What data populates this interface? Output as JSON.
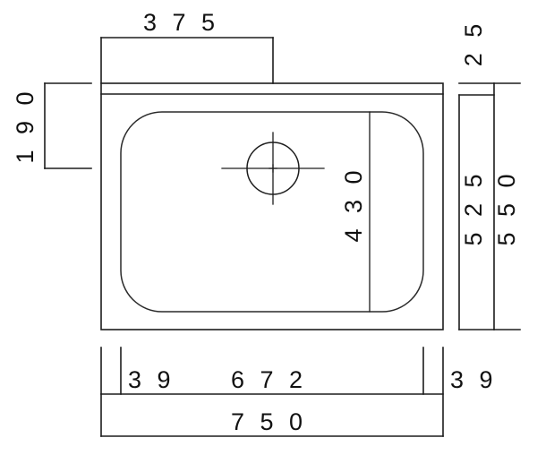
{
  "drawing": {
    "title": "Sink Basin Dimensional Drawing",
    "units": "mm",
    "line_color": "#1d1d1d",
    "background_color": "#ffffff"
  },
  "dimensions": {
    "top_width_to_drain": "3 7 5",
    "left_height_to_drain": "1 9 0",
    "bowl_inner_width": "4 3 0",
    "right_rim_offset": "2 5",
    "right_inner_height": "5 2 5",
    "right_overall_height": "5 5 0",
    "bottom_left_margin": "3 9",
    "bottom_inner_width": "6 7 2",
    "bottom_right_margin": "3 9",
    "bottom_overall_width": "7 5 0"
  },
  "features": {
    "drain_label": "drain-center-mark",
    "bowl_label": "sink-bowl-outline",
    "rim_label": "sink-rim-outline"
  }
}
